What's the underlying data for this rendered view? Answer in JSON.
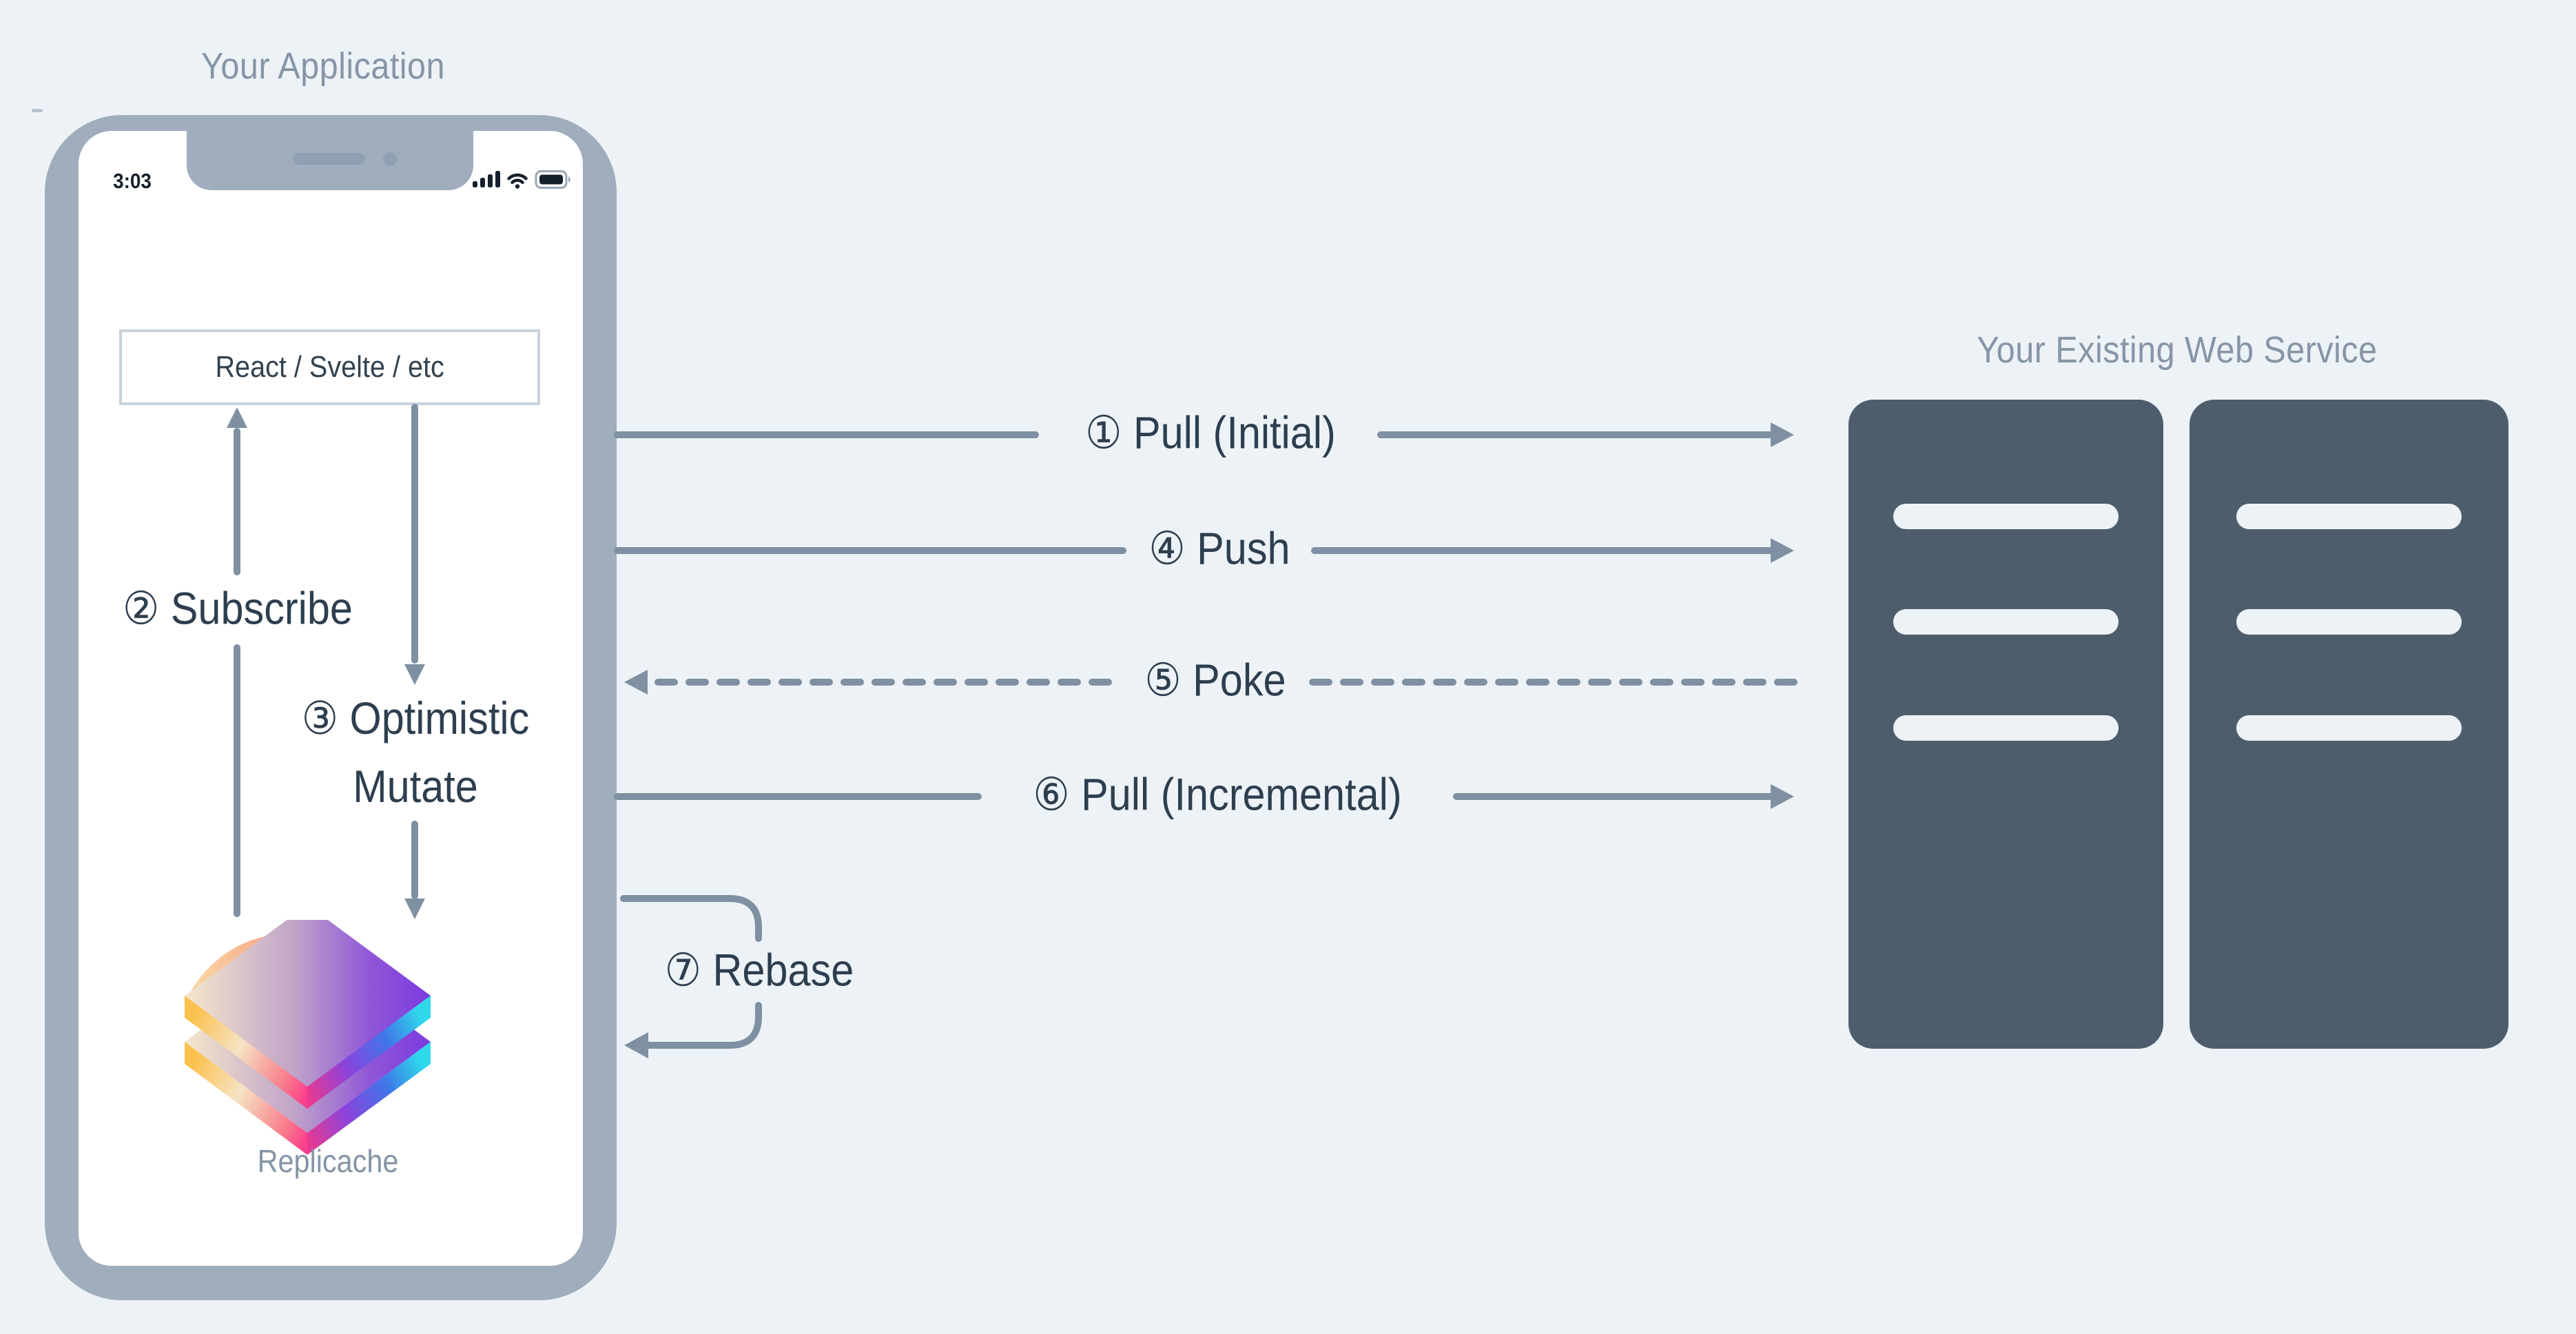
{
  "titles": {
    "application": "Your Application",
    "web_service": "Your Existing Web Service"
  },
  "phone": {
    "status_time": "3:03",
    "framework_box_label": "React / Svelte / etc",
    "logo_caption": "Replicache"
  },
  "flows": {
    "pull_initial": "① Pull (Initial)",
    "subscribe": "② Subscribe",
    "optimistic_mutate_line1": "③ Optimistic",
    "optimistic_mutate_line2": "Mutate",
    "push": "④ Push",
    "poke": "⑤ Poke",
    "pull_incremental": "⑥ Pull (Incremental)",
    "rebase": "⑦ Rebase"
  },
  "icons": [
    "signal-strength-icon",
    "wifi-icon",
    "battery-icon",
    "speaker-grille",
    "camera-dot",
    "replicache-logo"
  ],
  "colors": {
    "background": "#edf2f6",
    "phone_frame": "#9fadbd",
    "arrow_gray": "#7e90a1",
    "label_dark": "#2d3e4f",
    "title_gray": "#8695a7",
    "server_fill": "#4d5d6c",
    "box_border": "#c8d3dd",
    "logo_gold": "#fbc14f",
    "logo_pink": "#fb3e8b",
    "logo_purple": "#7a3bdf",
    "logo_cyan": "#2ed9ec"
  }
}
